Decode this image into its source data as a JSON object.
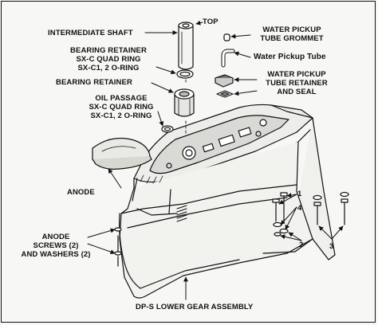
{
  "diagram": {
    "labels": {
      "top": "TOP",
      "intermediate_shaft": "INTERMEDIATE SHAFT",
      "bearing_retainer_quad_ring_line1": "BEARING RETAINER",
      "bearing_retainer_quad_ring_line2": "SX-C QUAD RING",
      "bearing_retainer_quad_ring_line3": "SX-C1, 2 O-RING",
      "bearing_retainer": "BEARING RETAINER",
      "oil_passage_line1": "OIL PASSAGE",
      "oil_passage_line2": "SX-C QUAD RING",
      "oil_passage_line3": "SX-C1, 2 O-RING",
      "water_pickup_grommet_line1": "WATER PICKUP",
      "water_pickup_grommet_line2": "TUBE GROMMET",
      "water_pickup_tube": "Water Pickup Tube",
      "water_pickup_retainer_line1": "WATER PICKUP",
      "water_pickup_retainer_line2": "TUBE RETAINER",
      "water_pickup_retainer_line3": "AND SEAL",
      "anode": "ANODE",
      "anode_screws_line1": "ANODE",
      "anode_screws_line2": "SCREWS (2)",
      "anode_screws_line3": "AND WASHERS (2)",
      "callout_1": "1",
      "callout_2": "2",
      "callout_3": "3",
      "callout_4": "4",
      "assembly": "DP-S LOWER GEAR ASSEMBLY"
    }
  }
}
